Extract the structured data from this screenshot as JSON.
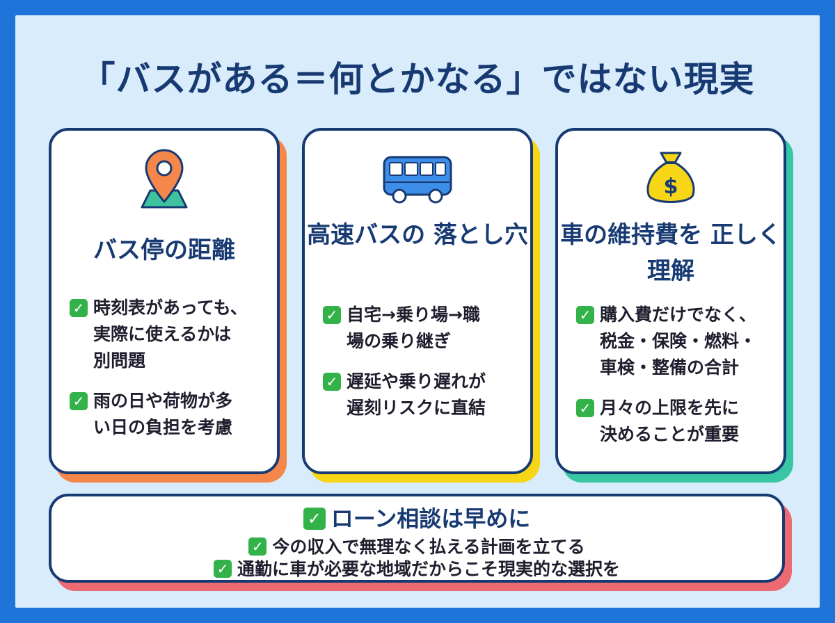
{
  "title": "「バスがある＝何とかなる」ではない現実",
  "check_glyph": "✓",
  "cards": [
    {
      "icon": "map-pin-icon",
      "accent": "#f5874a",
      "title": "バス停の距離",
      "bullets": [
        "時刻表があっても、\n実際に使えるかは\n別問題",
        "雨の日や荷物が多\nい日の負担を考慮"
      ]
    },
    {
      "icon": "bus-icon",
      "accent": "#f7d618",
      "title": "高速バスの\n落とし穴",
      "bullets": [
        "自宅→乗り場→職\n場の乗り継ぎ",
        "遅延や乗り遅れが\n遅刻リスクに直結"
      ]
    },
    {
      "icon": "money-bag-icon",
      "accent": "#39c6a4",
      "title": "車の維持費を\n正しく理解",
      "bullets": [
        "購入費だけでなく、\n税金・保険・燃料・\n車検・整備の合計",
        "月々の上限を先に\n決めることが重要"
      ]
    }
  ],
  "bottom": {
    "accent": "#ec6a72",
    "title": "ローン相談は早めに",
    "lines": [
      "今の収入で無理なく払える計画を立てる",
      "通勤に車が必要な地域だからこそ現実的な選択を"
    ]
  }
}
